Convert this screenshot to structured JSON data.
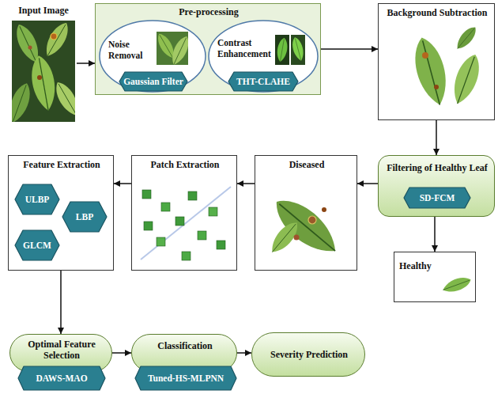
{
  "diagram": {
    "nodes": [
      {
        "text": [
          "Input Image"
        ]
      },
      {
        "text": [
          "Pre-processing"
        ]
      },
      {
        "text": [
          "Noise Removal"
        ],
        "in": 1
      },
      {
        "text": [
          "Gaussian Filter"
        ],
        "in": 2
      },
      {
        "text": [
          "Contrast Enhancement"
        ],
        "in": 1
      },
      {
        "text": [
          "THT-CLAHE"
        ],
        "in": 4
      },
      {
        "text": [
          "Background Subtraction"
        ]
      },
      {
        "text": [
          "Filtering of Healthy Leaf"
        ]
      },
      {
        "text": [
          "SD-FCM"
        ],
        "in": 7
      },
      {
        "text": [
          "Healthy"
        ]
      },
      {
        "text": [
          "Diseased"
        ]
      },
      {
        "text": [
          "Patch Extraction"
        ]
      },
      {
        "text": [
          "Feature Extraction"
        ]
      },
      {
        "text": [
          "ULBP"
        ],
        "in": 12
      },
      {
        "text": [
          "LBP"
        ],
        "in": 12
      },
      {
        "text": [
          "GLCM"
        ],
        "in": 12
      },
      {
        "text": [
          "Optimal Feature Selection"
        ]
      },
      {
        "text": [
          "DAWS-MAO"
        ],
        "in": 16
      },
      {
        "text": [
          "Classification"
        ]
      },
      {
        "text": [
          "Tuned-HS-MLPNN"
        ],
        "in": 18
      },
      {
        "text": [
          "Severity Prediction"
        ]
      }
    ],
    "edges": [
      {
        "from": 0,
        "to": 1,
        "arrow": "to"
      },
      {
        "from": 1,
        "to": 6,
        "arrow": "to"
      },
      {
        "from": 6,
        "to": 7,
        "arrow": "to"
      },
      {
        "from": 7,
        "to": 10,
        "arrow": "to"
      },
      {
        "from": 7,
        "to": 9,
        "arrow": "to"
      },
      {
        "from": 10,
        "to": 11,
        "arrow": "to"
      },
      {
        "from": 11,
        "to": 12,
        "arrow": "to"
      },
      {
        "from": 12,
        "to": 16,
        "arrow": "to"
      },
      {
        "from": 16,
        "to": 18,
        "arrow": "to"
      },
      {
        "from": 18,
        "to": 20,
        "arrow": "to"
      }
    ]
  }
}
